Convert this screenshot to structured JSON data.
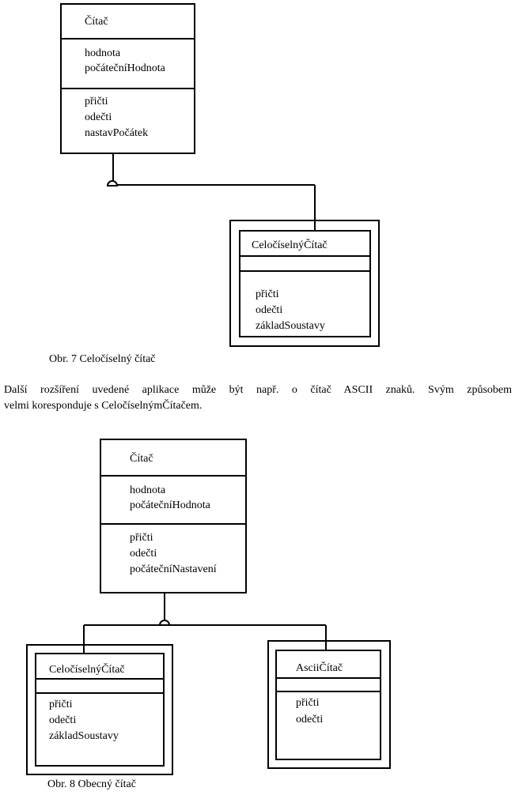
{
  "figure7": {
    "base_class": {
      "name": "Čítač",
      "attributes": [
        "hodnota",
        "počátečníHodnota"
      ],
      "operations": [
        "přičti",
        "odečti",
        "nastavPočátek"
      ]
    },
    "derived_class": {
      "name": "CeločíselnýČítač",
      "attributes": [],
      "operations": [
        "přičti",
        "odečti",
        "základSoustavy"
      ]
    },
    "caption": "Obr. 7 Celočíselný čítač"
  },
  "paragraph": {
    "line1": "Další rozšíření uvedené aplikace může být např. o čítač ASCII znaků. Svým způsobem",
    "line2": "velmi koresponduje s CeločíselnýmČítačem."
  },
  "figure8": {
    "base_class": {
      "name": "Čítač",
      "attributes": [
        "hodnota",
        "počátečníHodnota"
      ],
      "operations": [
        "přičti",
        "odečti",
        "počátečníNastavení"
      ]
    },
    "derived_left": {
      "name": "CeločíselnýČítač",
      "attributes": [],
      "operations": [
        "přičti",
        "odečti",
        "základSoustavy"
      ]
    },
    "derived_right": {
      "name": "AsciiČítač",
      "attributes": [],
      "operations": [
        "přičti",
        "odečti"
      ]
    },
    "caption": "Obr. 8 Obecný čítač"
  }
}
